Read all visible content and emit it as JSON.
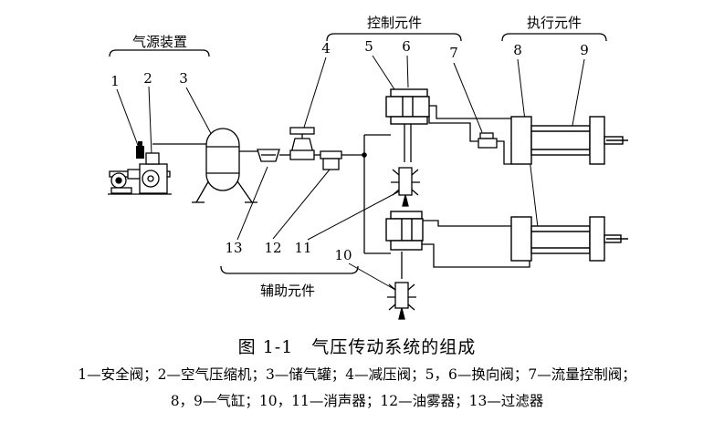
{
  "groups": {
    "air_source": "气源装置",
    "control": "控制元件",
    "actuator": "执行元件",
    "auxiliary": "辅助元件"
  },
  "numbers": {
    "n1": "1",
    "n2": "2",
    "n3": "3",
    "n4": "4",
    "n5": "5",
    "n6": "6",
    "n7": "7",
    "n8": "8",
    "n9": "9",
    "n10": "10",
    "n11": "11",
    "n12": "12",
    "n13": "13"
  },
  "caption": {
    "title": "图 1-1　气压传动系统的组成",
    "legend_line1": "1—安全阀；2—空气压缩机；3—储气罐；4—减压阀；5，6—换向阀；7—流量控制阀；",
    "legend_line2": "8，9—气缸；10，11—消声器；12—油雾器；13—过滤器"
  }
}
